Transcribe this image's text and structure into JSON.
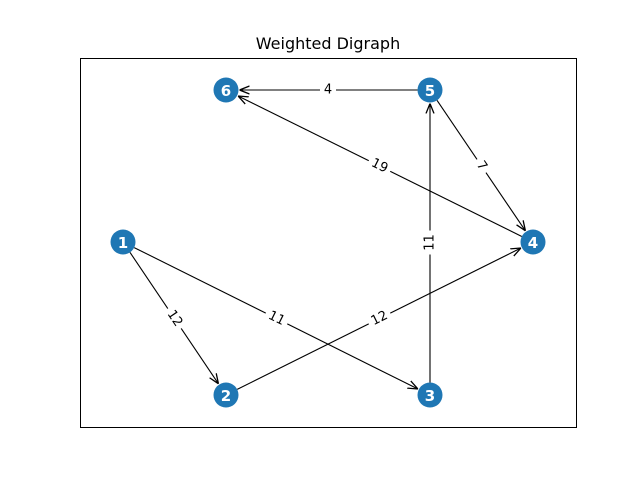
{
  "title": "Weighted Digraph",
  "node_color": "#1f77b4",
  "edge_color": "#000000",
  "nodes": [
    {
      "id": "1",
      "label": "1"
    },
    {
      "id": "2",
      "label": "2"
    },
    {
      "id": "3",
      "label": "3"
    },
    {
      "id": "4",
      "label": "4"
    },
    {
      "id": "5",
      "label": "5"
    },
    {
      "id": "6",
      "label": "6"
    }
  ],
  "edges": [
    {
      "from": "1",
      "to": "2",
      "weight": "12"
    },
    {
      "from": "1",
      "to": "3",
      "weight": "11"
    },
    {
      "from": "2",
      "to": "4",
      "weight": "12"
    },
    {
      "from": "3",
      "to": "5",
      "weight": "11"
    },
    {
      "from": "5",
      "to": "4",
      "weight": "7"
    },
    {
      "from": "5",
      "to": "6",
      "weight": "4"
    },
    {
      "from": "4",
      "to": "6",
      "weight": "19"
    }
  ]
}
